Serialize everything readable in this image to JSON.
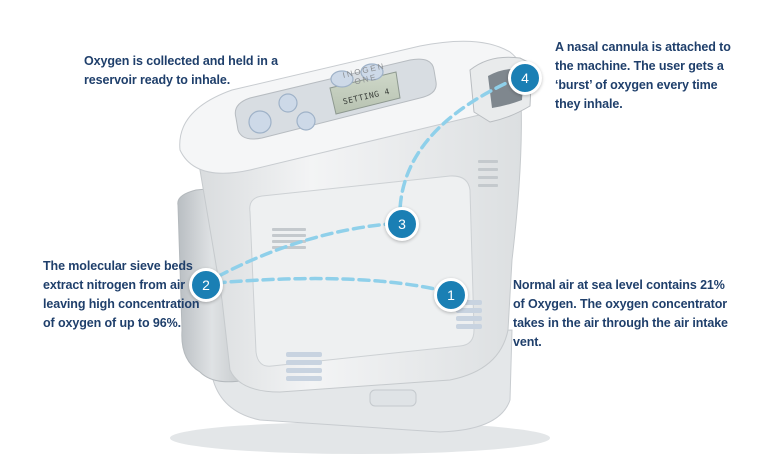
{
  "colors": {
    "accent_blue": "#1a7fb4",
    "dashed_line": "#8fd0ea",
    "caption_text": "#1f3f6b",
    "device_body": "#e9ebec",
    "device_shadow": "#c9cdd0"
  },
  "device": {
    "brand": "INOGEN ONE",
    "screen_text": "SETTING 4"
  },
  "markers": [
    {
      "number": "1"
    },
    {
      "number": "2"
    },
    {
      "number": "3"
    },
    {
      "number": "4"
    }
  ],
  "captions": {
    "step1": "Normal air at sea level contains 21% of Oxygen. The oxygen concentrator takes in the air through the air intake vent.",
    "step2": "The molecular sieve beds extract nitrogen from air leaving high concentration of oxygen of up to 96%.",
    "step3": "Oxygen is collected and held in a reservoir ready to inhale.",
    "step4": "A nasal cannula is attached to the machine. The user gets a ‘burst’ of oxygen every time they inhale."
  }
}
